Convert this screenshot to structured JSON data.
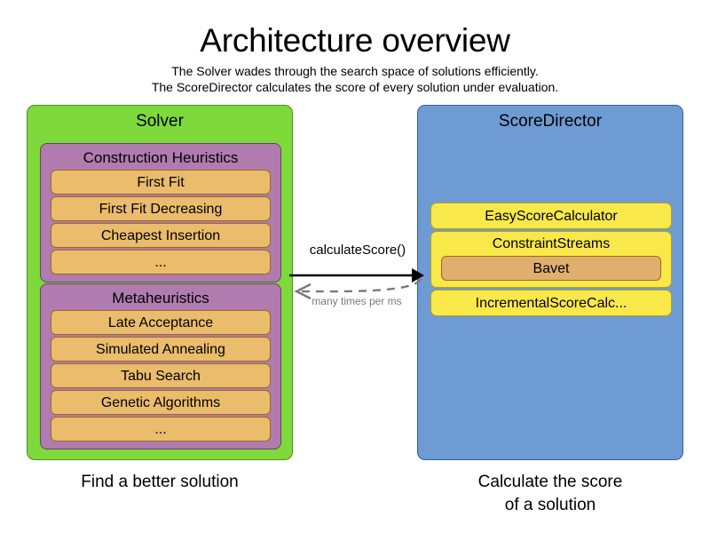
{
  "header": {
    "title": "Architecture overview",
    "subtitle_line_1": "The Solver wades through the search space of solutions efficiently.",
    "subtitle_line_2": "The ScoreDirector calculates the score of every solution under evaluation."
  },
  "colors": {
    "solver_panel": "#7ED93A",
    "scoredirector_panel": "#6E9BD3",
    "group": "#B07CB0",
    "item": "#EABC6B",
    "calculator": "#F8E84A",
    "nested_item": "#E0AF6E",
    "dashed_arrow": "#7a7a7a",
    "solid_arrow": "#000000"
  },
  "solver": {
    "title": "Solver",
    "caption": "Find a better solution",
    "groups": [
      {
        "title": "Construction Heuristics",
        "items": [
          "First Fit",
          "First Fit Decreasing",
          "Cheapest Insertion",
          "..."
        ]
      },
      {
        "title": "Metaheuristics",
        "items": [
          "Late Acceptance",
          "Simulated Annealing",
          "Tabu Search",
          "Genetic Algorithms",
          "..."
        ]
      }
    ]
  },
  "score_director": {
    "title": "ScoreDirector",
    "caption_line_1": "Calculate the score",
    "caption_line_2": "of a solution",
    "calculators": [
      {
        "label": "EasyScoreCalculator",
        "nested": []
      },
      {
        "label": "ConstraintStreams",
        "nested": [
          "Bavet"
        ]
      },
      {
        "label": "IncrementalScoreCalc...",
        "nested": []
      }
    ]
  },
  "connector": {
    "request_label": "calculateScore()",
    "response_label": "many times per ms"
  }
}
